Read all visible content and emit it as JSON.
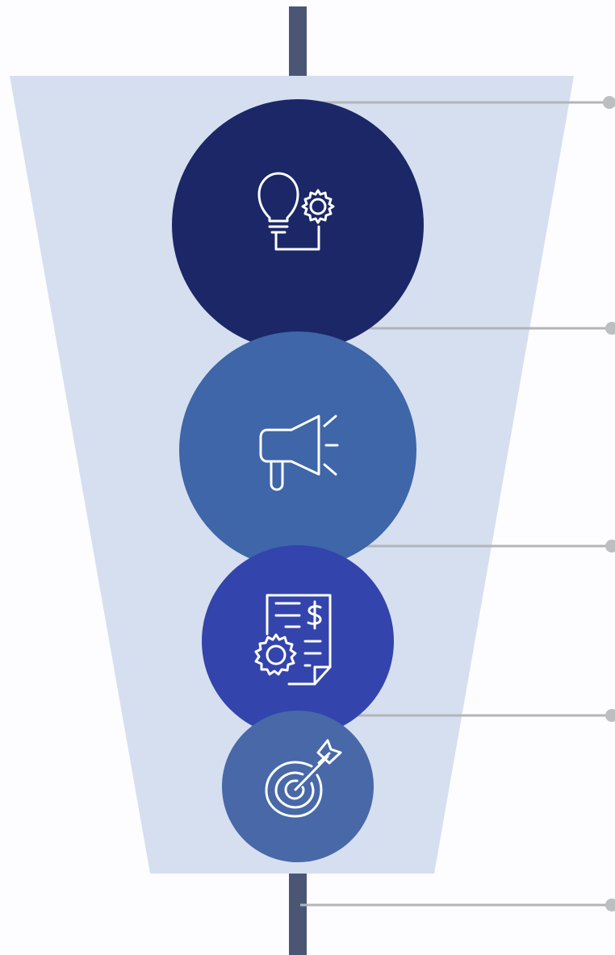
{
  "colors": {
    "background": "#fdfdff",
    "funnel_fill": "#d6dff0",
    "center_bar": "#4b5675",
    "connector_line": "#b3b5b9",
    "connector_dot": "#bdbec2",
    "icon_stroke": "#ffffff",
    "stage_1": "#1b2767",
    "stage_2": "#3e66a8",
    "stage_3": "#3344ac",
    "stage_4": "#4868a8"
  },
  "stages": [
    {
      "icon": "lightbulb-gear-icon",
      "color_key": "stage_1"
    },
    {
      "icon": "megaphone-icon",
      "color_key": "stage_2"
    },
    {
      "icon": "invoice-gear-icon",
      "color_key": "stage_3"
    },
    {
      "icon": "target-arrow-icon",
      "color_key": "stage_4"
    }
  ],
  "connectors": 5
}
